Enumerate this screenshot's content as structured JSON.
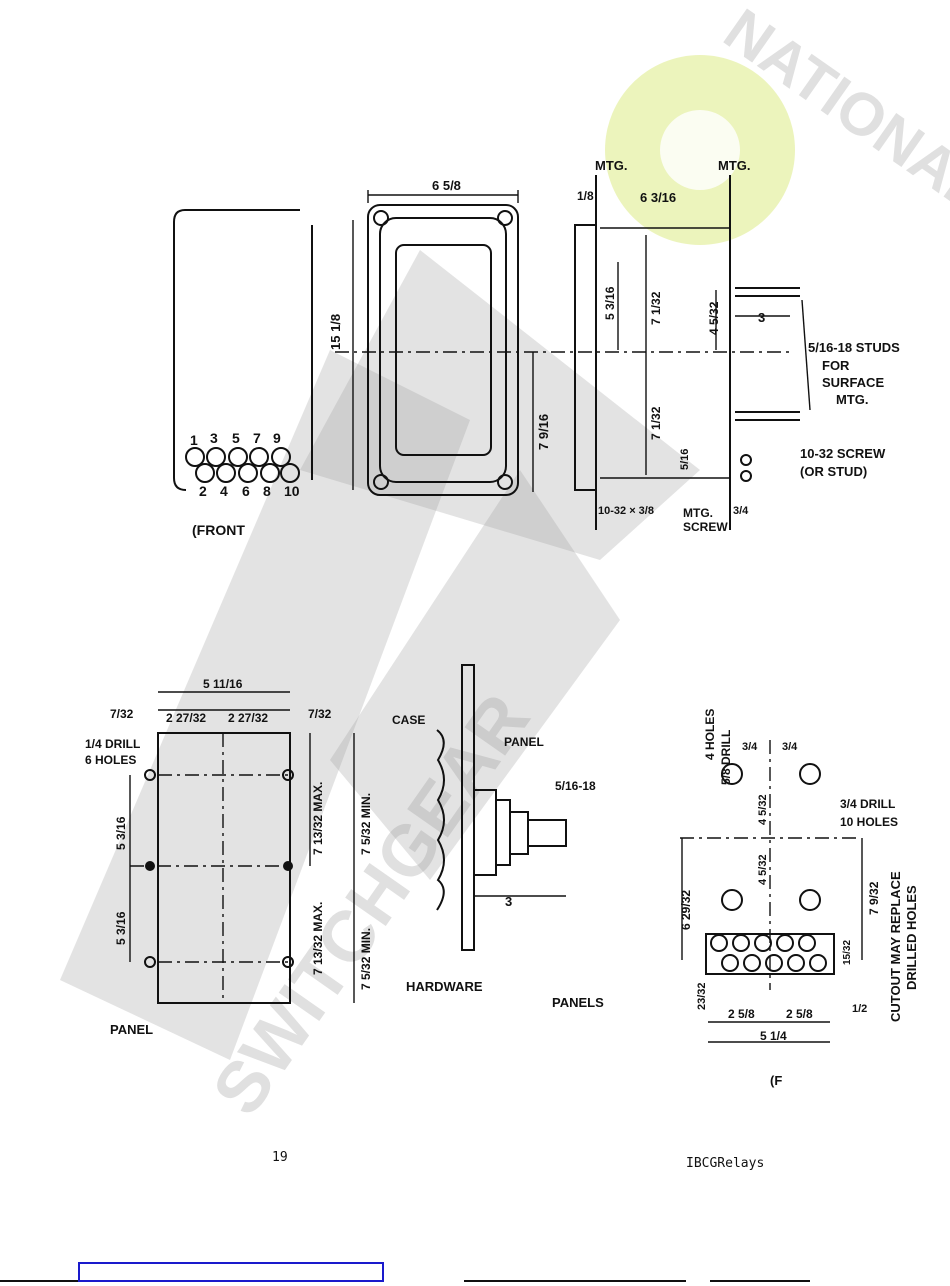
{
  "page_number": "19",
  "footer_right": "IBCGRelays",
  "watermark": {
    "line1": "NATIONAL",
    "line2": "SWITCHGEAR"
  },
  "front_view": {
    "label": "(FRONT",
    "top_numbers": [
      "1",
      "3",
      "5",
      "7",
      "9"
    ],
    "bottom_numbers": [
      "2",
      "4",
      "6",
      "8",
      "10"
    ]
  },
  "case_view": {
    "width": "6 5/8",
    "height": "15 1/8",
    "lower": "7 9/16"
  },
  "side_view": {
    "mtg_left": "MTG.",
    "mtg_right": "MTG.",
    "flange": "1/8",
    "depth": "6 3/16",
    "upper": "5 3/16",
    "half_upper": "7 1/32",
    "half_lower": "7 1/32",
    "stud_spacing": "4 5/32",
    "stud_len": "3",
    "studs_note": [
      "5/16-18 STUDS",
      "FOR",
      "SURFACE",
      "MTG."
    ],
    "screw_note": [
      "10-32 SCREW",
      "(OR STUD)"
    ],
    "small": "5/16",
    "mtg_screw_size": "10-32 × 3/8",
    "mtg_screw": [
      "MTG.",
      "SCREW"
    ],
    "back": "3/4"
  },
  "panel_drilling": {
    "label": "PANEL",
    "drill": [
      "1/4 DRILL",
      "6 HOLES"
    ],
    "overall": "5 11/16",
    "edge_left": "7/32",
    "edge_right": "7/32",
    "half_left": "2 27/32",
    "half_right": "2 27/32",
    "spacing_upper": "5 3/16",
    "spacing_lower": "5 3/16",
    "max_upper": "7 13/32 MAX.",
    "max_lower": "7 13/32 MAX.",
    "min_upper": "7 5/32 MIN.",
    "min_lower": "7 5/32 MIN."
  },
  "hardware": {
    "label": "HARDWARE",
    "case": "CASE",
    "panel": "PANEL",
    "stud": "5/16-18",
    "depth": "3"
  },
  "panels_label": "PANELS",
  "cutout_view": {
    "drill4": [
      "5/8 DRILL",
      "4 HOLES"
    ],
    "drill10": [
      "3/4 DRILL",
      "10 HOLES"
    ],
    "top_left": "3/4",
    "top_right": "3/4",
    "upper_spacing": "4 5/32",
    "lower_spacing": "4 5/32",
    "left_total": "6 29/32",
    "right_total": "7 9/32",
    "row_gap": "15/32",
    "bottom_left": "23/32",
    "bottom_right": "1/2",
    "width_left": "2 5/8",
    "width_right": "2 5/8",
    "overall": "5 1/4",
    "note": [
      "CUTOUT MAY REPLACE",
      "DRILLED HOLES"
    ],
    "label": "(F"
  }
}
